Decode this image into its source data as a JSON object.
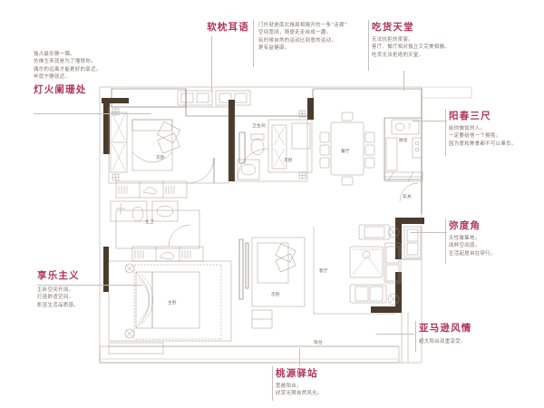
{
  "meta": {
    "doc_type": "floor-plan-illustration",
    "accent_color": "#b0365a",
    "body_text_color": "#7d7370",
    "wall_color": "#4a3b2c"
  },
  "callouts": [
    {
      "id": "dengho",
      "title": "灯火阑珊处",
      "body": "独占最安静一隅。\n仿佛生来就是为了懂憬你。\n偶尔的远离才能更好的靠近。\n毕竟宁静就近。"
    },
    {
      "id": "ruanzhen",
      "title": "软枕耳语",
      "body": "门外就是南北格局相隔开的一条“走廊”\n空间宽阔，随便走走自成一趣。\n有时候自然的运动比刻意的运动，\n更有益健康。"
    },
    {
      "id": "chihuo",
      "title": "吃货天堂",
      "body": "无法抗拒的夜宴。\n客厅、餐厅相对独立又完美相融。\n吃货无法拒绝的天堂。"
    },
    {
      "id": "yangchun",
      "title": "阳春三尺",
      "body": "给你做饭的人。\n一定要给他一个拥抱。\n因为爱和美食都不可以辜负。"
    },
    {
      "id": "miduijiao",
      "title": "弥度角",
      "body": "天性聚集地。\n阔畔空间感。\n生活起居自在穿行。"
    },
    {
      "id": "yamaxun",
      "title": "亚马逊风情",
      "body": "超大阳台双重享受。"
    },
    {
      "id": "taoyuan",
      "title": "桃源驿站",
      "body": "宽敞阳台。\n欣赏无限自然风光。"
    },
    {
      "id": "xiangle",
      "title": "享乐主义",
      "body": "主卧空间开阔。\n打造舒适空间。\n彰显生活品质感。"
    }
  ],
  "rooms": [
    {
      "id": "ciwo-1",
      "label": "次卧"
    },
    {
      "id": "weishengjian",
      "label": "卫生间"
    },
    {
      "id": "ciwo-2",
      "label": "次卧"
    },
    {
      "id": "canting",
      "label": "餐厅"
    },
    {
      "id": "chufang",
      "label": "厨房"
    },
    {
      "id": "xuanguan",
      "label": "玄关"
    },
    {
      "id": "zhuwei",
      "label": "主卫"
    },
    {
      "id": "zhuwo",
      "label": "主卧"
    },
    {
      "id": "ciwo-3",
      "label": "次卧"
    },
    {
      "id": "keting",
      "label": "客厅"
    },
    {
      "id": "yangtai",
      "label": "阳台"
    }
  ]
}
